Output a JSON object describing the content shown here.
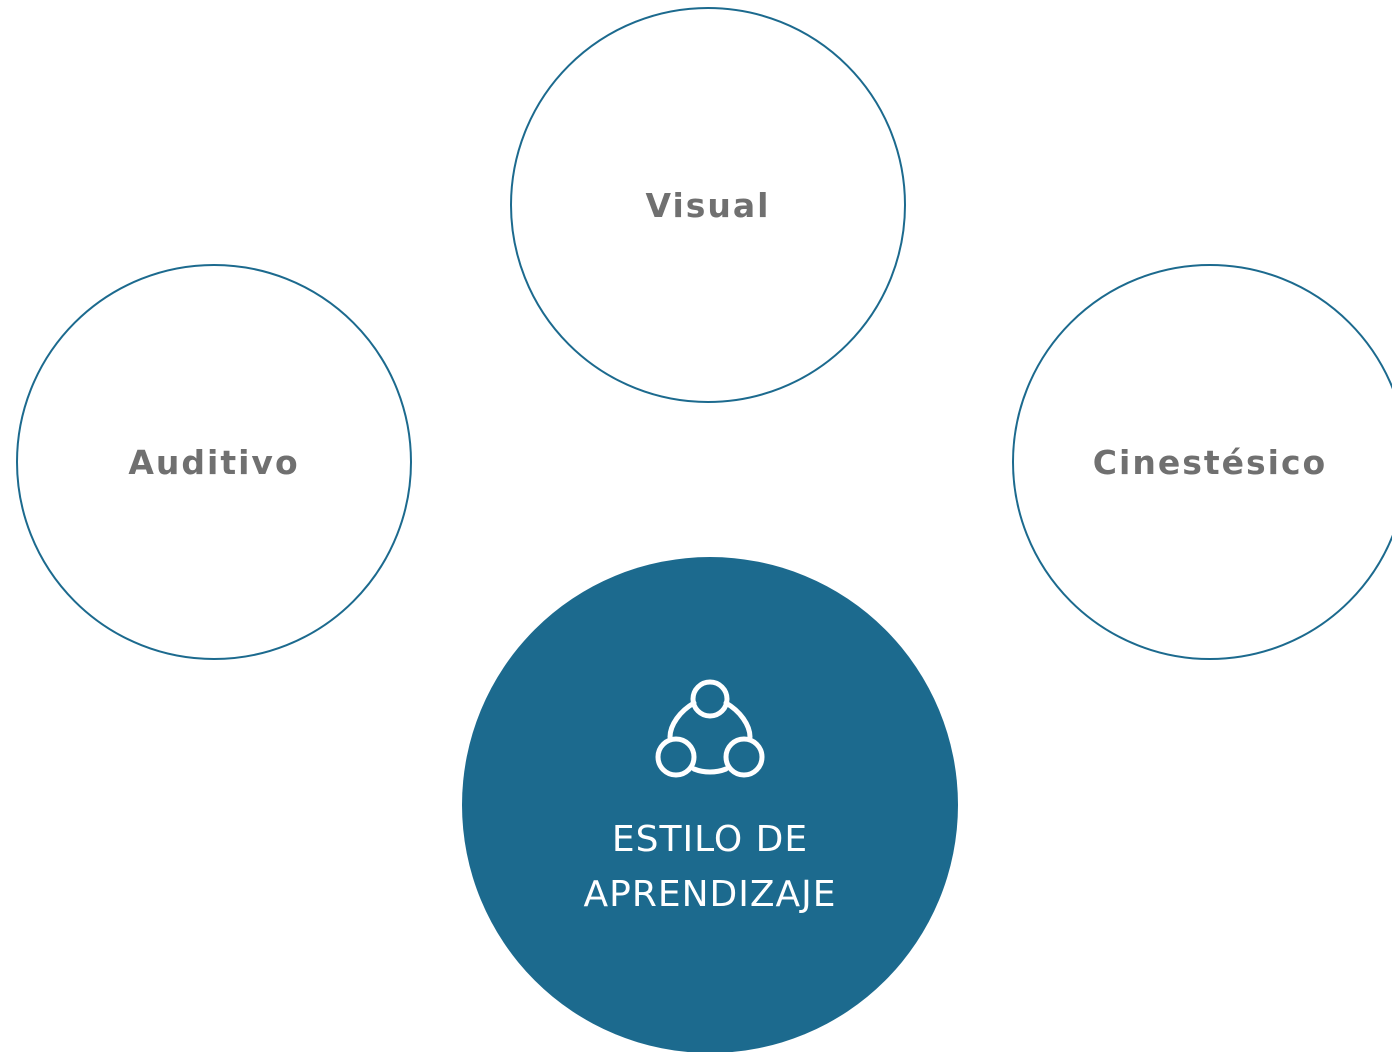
{
  "diagram": {
    "nodes": {
      "visual": "Visual",
      "auditivo": "Auditivo",
      "cinestesico": "Cinestésico"
    },
    "center": {
      "title_line1": "ESTILO DE",
      "title_line2": "APRENDIZAJE",
      "icon": "group-of-three-circles-icon"
    },
    "colors": {
      "primary": "#1c6a8e",
      "label_text": "#707070",
      "background": "#ffffff"
    }
  }
}
